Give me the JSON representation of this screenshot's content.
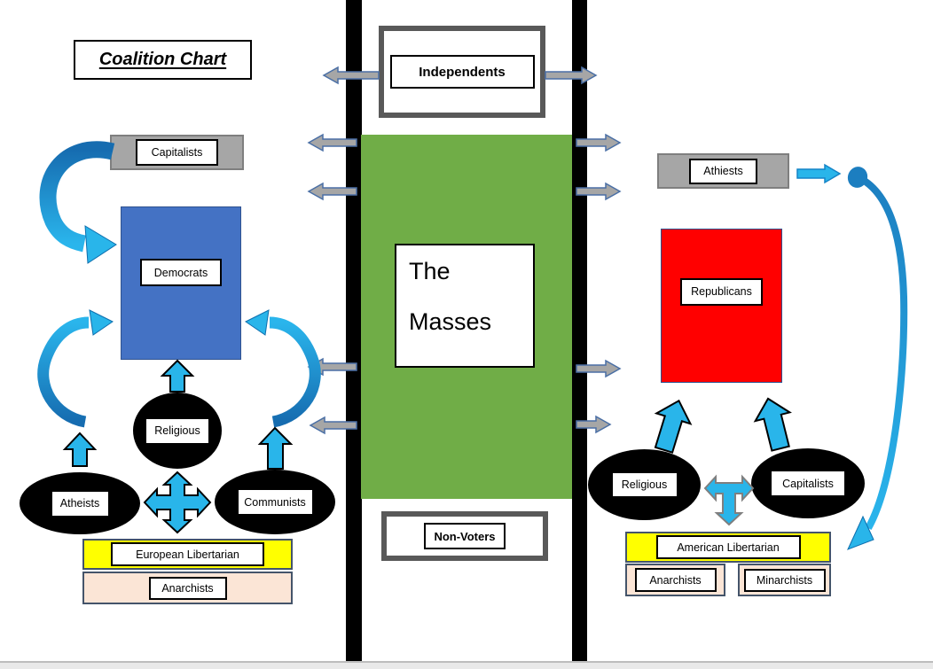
{
  "title": "Coalition Chart",
  "center_column": {
    "independents_label": "Independents",
    "masses_line1": "The",
    "masses_line2": "Masses",
    "non_voters_label": "Non-Voters"
  },
  "left_coalition": {
    "capitalists_label": "Capitalists",
    "democrats_label": "Democrats",
    "religious_label": "Religious",
    "atheists_label": "Atheists",
    "communists_label": "Communists",
    "libertarian_label": "European Libertarian",
    "anarchists_label": "Anarchists"
  },
  "right_coalition": {
    "athiests_label": "Athiests",
    "republicans_label": "Republicans",
    "religious_label": "Religious",
    "capitalists_label": "Capitalists",
    "libertarian_label": "American Libertarian",
    "anarchists_label": "Anarchists",
    "minarchists_label": "Minarchists"
  },
  "colors": {
    "democrats_blue": "#4472c4",
    "republicans_red": "#ff0000",
    "masses_green": "#70ad47",
    "gray_box_fill": "#a6a6a6",
    "cyan_arrow": "#29b5ea",
    "curve_dark_blue": "#166cb0",
    "frame_gray": "#595959",
    "yellow_box": "#ffff00",
    "peach_box": "#fbe5d6",
    "wall_black": "#000000"
  }
}
